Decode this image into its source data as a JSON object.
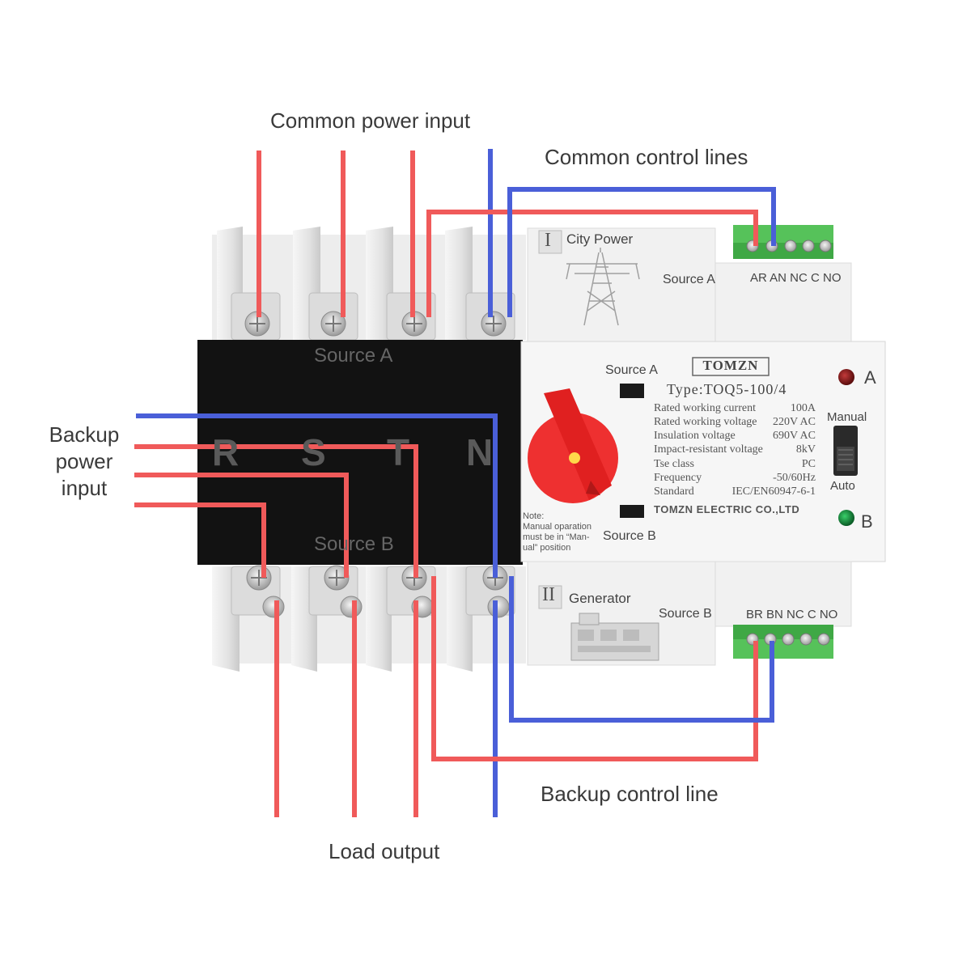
{
  "labels": {
    "common_power_input": "Common power input",
    "common_control_lines": "Common control lines",
    "backup_power_input": [
      "Backup",
      "power",
      "input"
    ],
    "backup_control_line": "Backup control line",
    "load_output": "Load output"
  },
  "device": {
    "brand": "TOMZN",
    "type": "Type:TOQ5-100/4",
    "manufacturer": "TOMZN ELECTRIC CO.,LTD",
    "phase_letters": [
      "R",
      "S",
      "T",
      "N"
    ],
    "black_panel_top": "Source A",
    "black_panel_bottom": "Source B",
    "top_module": {
      "roman": "I",
      "name": "City Power",
      "source": "Source A",
      "terminals": "AR AN NC C NO"
    },
    "bottom_module": {
      "roman": "II",
      "name": "Generator",
      "source": "Source B",
      "terminals": "BR BN NC C NO"
    },
    "window_a": "Source A",
    "window_b": "Source B",
    "indicator_a": "A",
    "indicator_b": "B",
    "switch_manual": "Manual",
    "switch_auto": "Auto",
    "note": [
      "Note:",
      "Manual oparation",
      "must be in “Man-",
      "ual” position"
    ],
    "specs": [
      {
        "key": "Rated working current",
        "value": "100A"
      },
      {
        "key": "Rated working voltage",
        "value": "220V AC"
      },
      {
        "key": "Insulation voltage",
        "value": "690V AC"
      },
      {
        "key": "Impact-resistant voltage",
        "value": "8kV"
      },
      {
        "key": "Tse class",
        "value": "PC"
      },
      {
        "key": "Frequency",
        "value": "-50/60Hz"
      },
      {
        "key": "Standard",
        "value": "IEC/EN60947-6-1"
      }
    ]
  },
  "colors": {
    "red_wire": "#f05a5a",
    "blue_wire": "#4a5fd8",
    "black_panel": "#121212",
    "body": "#f3f3f3",
    "terminal_green": "#56c25a",
    "handle_red": "#ee3030"
  }
}
